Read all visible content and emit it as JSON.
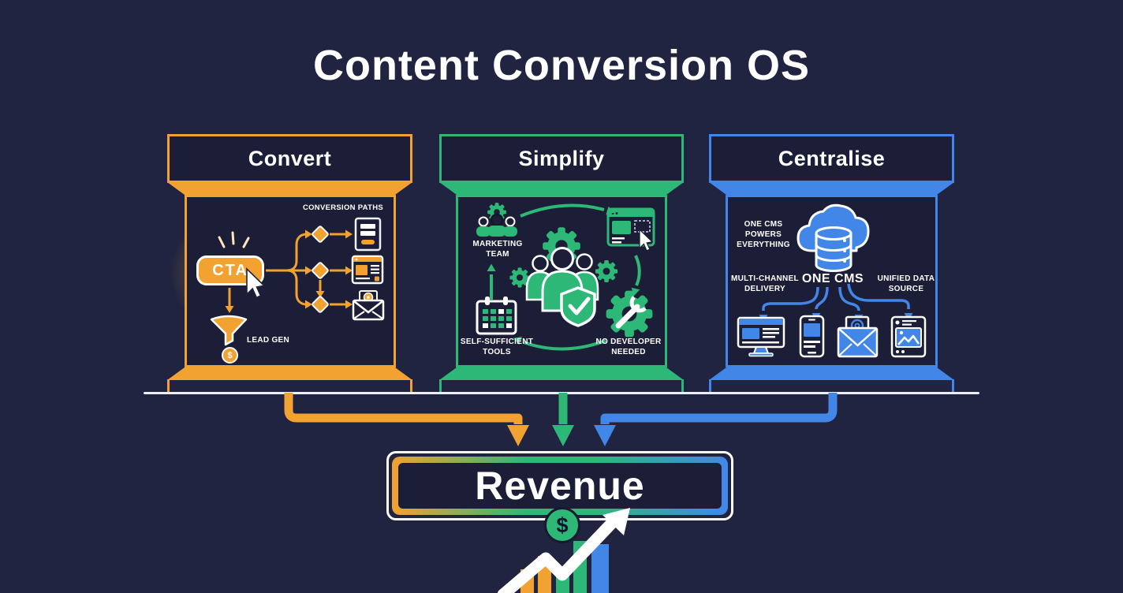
{
  "title": "Content Conversion OS",
  "panels": {
    "convert": {
      "title": "Convert",
      "conversion_paths": "CONVERSION PATHS",
      "cta": "CTA",
      "lead_gen": "LEAD GEN",
      "coin": "$"
    },
    "simplify": {
      "title": "Simplify",
      "marketing_team": "MARKETING TEAM",
      "self_sufficient": "SELF-SUFFICIENT TOOLS",
      "no_developer": "NO DEVELOPER NEEDED"
    },
    "centralise": {
      "title": "Centralise",
      "one_cms_powers": "ONE CMS POWERS EVERYTHING",
      "multi_channel": "MULTI-CHANNEL DELIVERY",
      "one_cms": "ONE CMS",
      "unified_data": "UNIFIED DATA SOURCE"
    }
  },
  "revenue": {
    "title": "Revenue",
    "coin": "$"
  },
  "colors": {
    "background": "#212440",
    "panel_fill": "#1b1e36",
    "orange": "#f2a230",
    "green": "#2db878",
    "blue": "#4287e8",
    "white": "#ffffff"
  }
}
